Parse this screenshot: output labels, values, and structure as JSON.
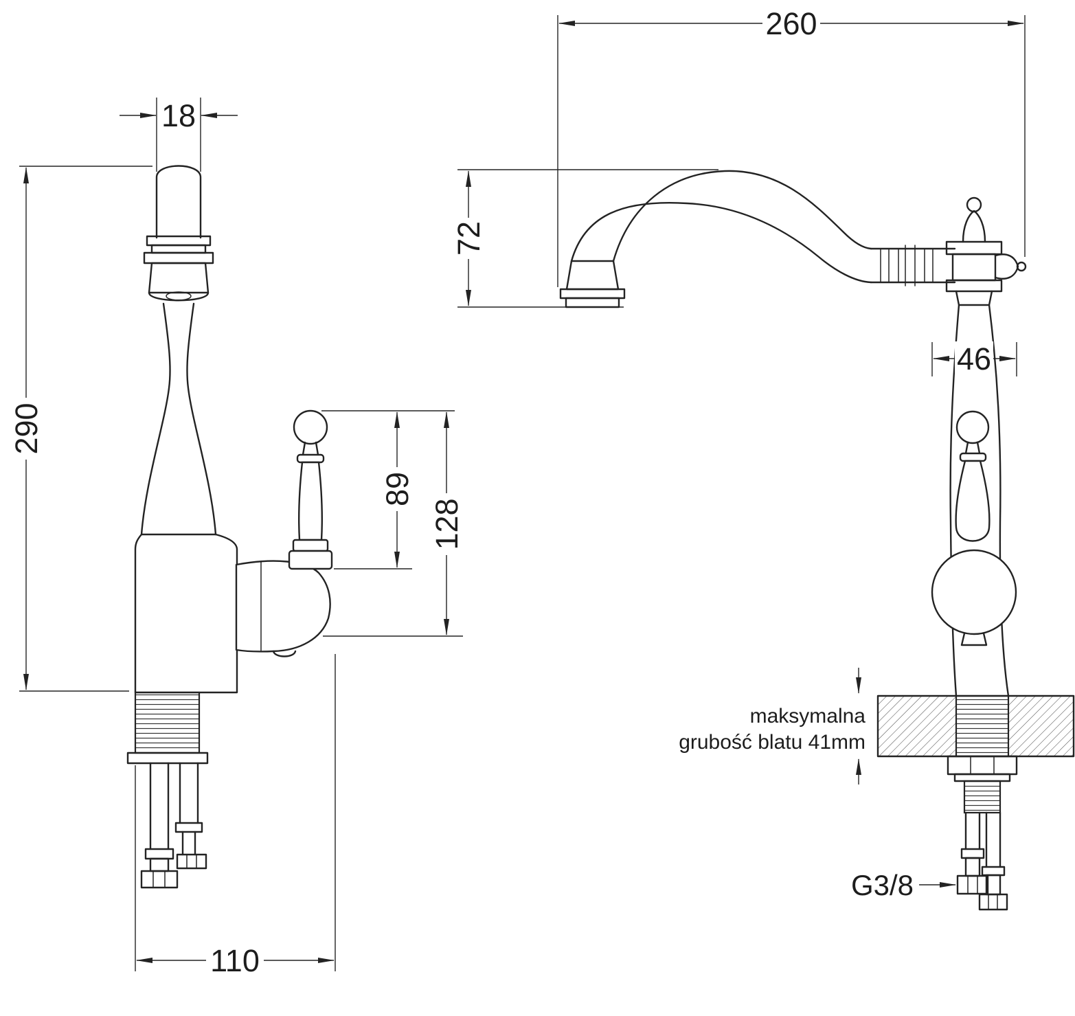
{
  "meta": {
    "background_color": "#ffffff",
    "line_color": "#232323"
  },
  "side_view": {
    "dim_spout_diameter": "18",
    "dim_total_height": "290",
    "dim_handle_height": "89",
    "dim_handle_assembly_height": "128",
    "dim_base_projection": "110"
  },
  "front_view": {
    "dim_spout_reach": "260",
    "dim_spout_drop": "72",
    "dim_body_width": "46",
    "countertop_note_line1": "maksymalna",
    "countertop_note_line2": "grubość blatu 41mm",
    "thread_size": "G3/8"
  }
}
